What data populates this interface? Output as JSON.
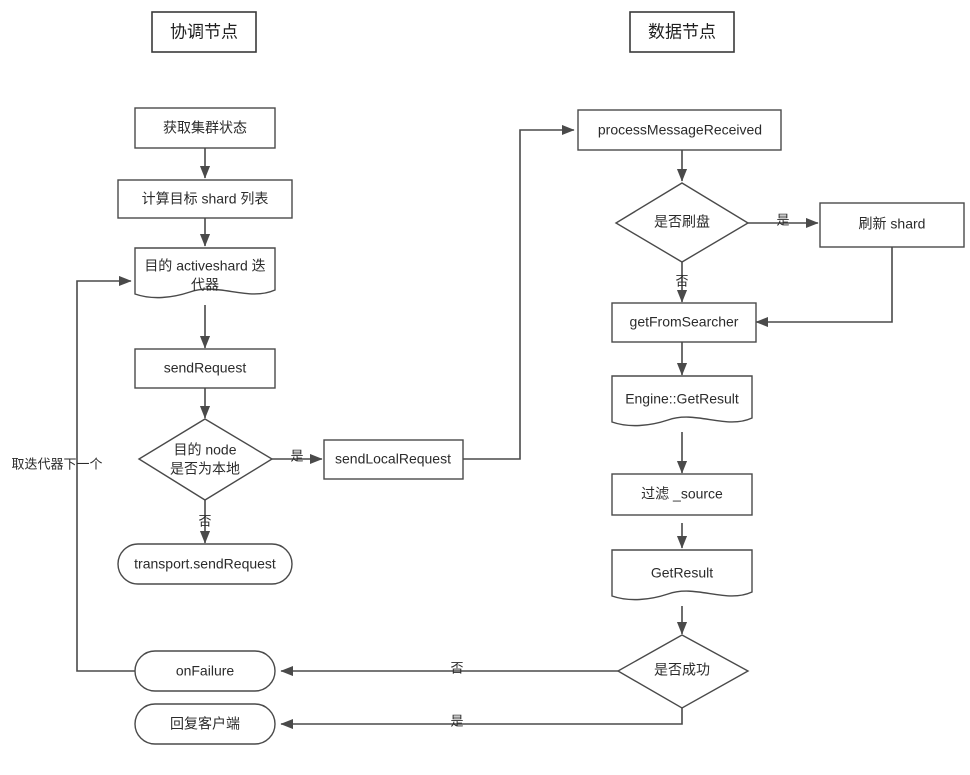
{
  "diagram": {
    "title_left": "协调节点",
    "title_right": "数据节点",
    "background": "#ffffff",
    "stroke_color": "#4a4a4a",
    "text_color": "#2b2b2b"
  },
  "coordinator": {
    "nodes": [
      {
        "id": "get-cluster-state",
        "label": "获取集群状态",
        "shape": "rect"
      },
      {
        "id": "compute-target-shard-list",
        "label": "计算目标 shard 列表",
        "shape": "rect"
      },
      {
        "id": "active-shard-iterator-line1",
        "label": "目的  activeshard 迭",
        "shape": "document"
      },
      {
        "id": "active-shard-iterator-line2",
        "label": "代器",
        "shape": "document"
      },
      {
        "id": "send-request",
        "label": "sendRequest",
        "shape": "rect"
      },
      {
        "id": "is-target-node-local-line1",
        "label": "目的 node",
        "shape": "diamond"
      },
      {
        "id": "is-target-node-local-line2",
        "label": "是否为本地",
        "shape": "diamond"
      },
      {
        "id": "transport-send-request",
        "label": "transport.sendRequest",
        "shape": "rounded"
      },
      {
        "id": "send-local-request",
        "label": "sendLocalRequest",
        "shape": "rect"
      },
      {
        "id": "on-failure",
        "label": "onFailure",
        "shape": "rounded"
      },
      {
        "id": "reply-to-client",
        "label": "回复客户端",
        "shape": "rounded"
      }
    ],
    "edge_labels": {
      "local_yes": "是",
      "local_no": "否",
      "iterator_next": "取迭代器下一个"
    }
  },
  "data_node": {
    "nodes": [
      {
        "id": "process-message-received",
        "label": "processMessageReceived",
        "shape": "rect"
      },
      {
        "id": "should-flush",
        "label": "是否刷盘",
        "shape": "diamond"
      },
      {
        "id": "refresh-shard",
        "label": "刷新 shard",
        "shape": "rect"
      },
      {
        "id": "get-from-searcher",
        "label": "getFromSearcher",
        "shape": "rect"
      },
      {
        "id": "engine-get-result",
        "label": "Engine::GetResult",
        "shape": "document"
      },
      {
        "id": "filter-source",
        "label": "过滤 _source",
        "shape": "rect"
      },
      {
        "id": "get-result",
        "label": "GetResult",
        "shape": "document"
      },
      {
        "id": "is-success",
        "label": "是否成功",
        "shape": "diamond"
      }
    ],
    "edge_labels": {
      "flush_yes": "是",
      "flush_no": "否",
      "success_no": "否",
      "success_yes": "是"
    }
  }
}
